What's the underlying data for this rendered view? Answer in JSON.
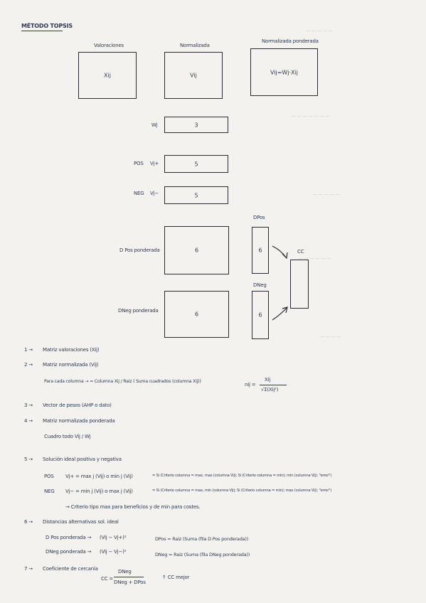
{
  "title": "MÉTODO TOPSIS",
  "diagram": {
    "col_labels": [
      "Valoraciones",
      "Normalizada",
      "Normalizada ponderada"
    ],
    "matrix_labels": [
      "Xij",
      "Vij",
      "Vij=Wj·Xij"
    ],
    "weights": {
      "label": "Wj",
      "value": "3"
    },
    "pos": {
      "label": "POS",
      "sym": "Vj+",
      "value": "5"
    },
    "neg": {
      "label": "NEG",
      "sym": "Vj−",
      "value": "5"
    },
    "dpos": {
      "label": "D Pos ponderada",
      "value": "6",
      "col_label": "DPos",
      "col_value": "6"
    },
    "dneg": {
      "label": "DNeg ponderada",
      "value": "6",
      "col_label": "DNeg",
      "col_value": "6"
    },
    "cc_label": "CC"
  },
  "steps": {
    "s1": {
      "num": "1 →",
      "text": "Matriz valoraciones (Xij)"
    },
    "s2": {
      "num": "2 →",
      "text": "Matriz normalizada (Vij)"
    },
    "s2_detail": "Para cada columna → = Columna Xij / Raiz ( Suma cuadrados (columna Xij))",
    "s2_formula_lhs": "nij =",
    "s2_formula_num": "Xij",
    "s2_formula_den": "√Σ(Xij²)",
    "s3": {
      "num": "3 →",
      "text": "Vector de pesos (AHP o dato)"
    },
    "s4": {
      "num": "4 →",
      "text": "Matriz normalizada ponderada"
    },
    "s4_detail": "Cuadro todo Vij / Wj",
    "s5": {
      "num": "5 →",
      "text": "Solución ideal positiva y negativa"
    },
    "s5_pos_label": "POS",
    "s5_pos_formula": "Vj+ = max j (Vij) o min j (Vij)",
    "s5_pos_rule": "= Si (Criterio columna = max, max (columna Vij); Si (Criterio columna = min); min (columna Vij); \"error\")",
    "s5_neg_label": "NEG",
    "s5_neg_formula": "Vj− = min j (Vij) o max j (Vij)",
    "s5_neg_rule": "= Si (Criterio columna = max, min (columna Vij); Si (Criterio columna = min); max (columna Vij); \"error\")",
    "s5_note": "→ Criterio tipo max para beneficios y de min para costes.",
    "s6": {
      "num": "6 →",
      "text": "Distancias alternativas sol. ideal"
    },
    "s6_pos_label": "D Pos ponderada →",
    "s6_pos_formula": "(Vij − Vj+)²",
    "s6_pos_rule": "DPos = Raiz (Suma (fila D Pos ponderada))",
    "s6_neg_label": "DNeg ponderada →",
    "s6_neg_formula": "(Vij − Vj−)²",
    "s6_neg_rule": "DNeg = Raiz (Suma (fila DNeg ponderada))",
    "s7": {
      "num": "7 →",
      "text": "Coeficiente de cercanía"
    },
    "s7_lhs": "CC =",
    "s7_num": "DNeg",
    "s7_den": "DNeg + DPos",
    "s7_note": "↑ CC mejor"
  }
}
